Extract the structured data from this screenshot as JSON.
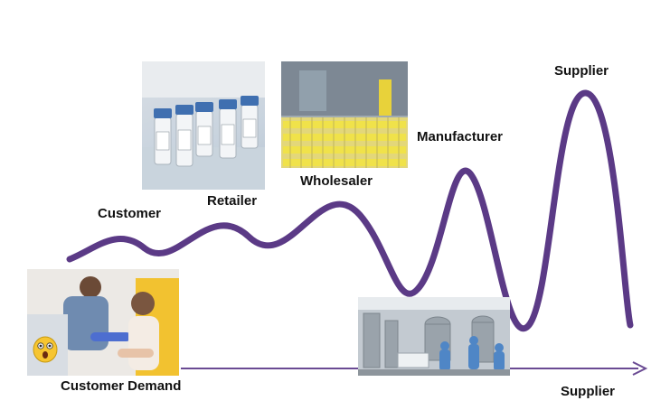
{
  "labels": {
    "customer": "Customer",
    "retailer": "Retailer",
    "wholesaler": "Wholesaler",
    "manufacturer": "Manufacturer",
    "supplier_peak": "Supplier",
    "customer_demand": "Customer Demand",
    "supplier_axis": "Supplier"
  },
  "colors": {
    "wave": "#5b3a86",
    "axis": "#6a4a93",
    "vial_cap": "#3f6fb0",
    "tube_cap": "#e8d23a",
    "emoji": "#f6c531"
  },
  "icons": {
    "vials": "vial-bottles-photo",
    "tubes": "sample-tubes-photo",
    "clinic": "vaccination-photo",
    "factory": "lab-manufacturing-photo",
    "emoji": "shocked-face-icon"
  }
}
